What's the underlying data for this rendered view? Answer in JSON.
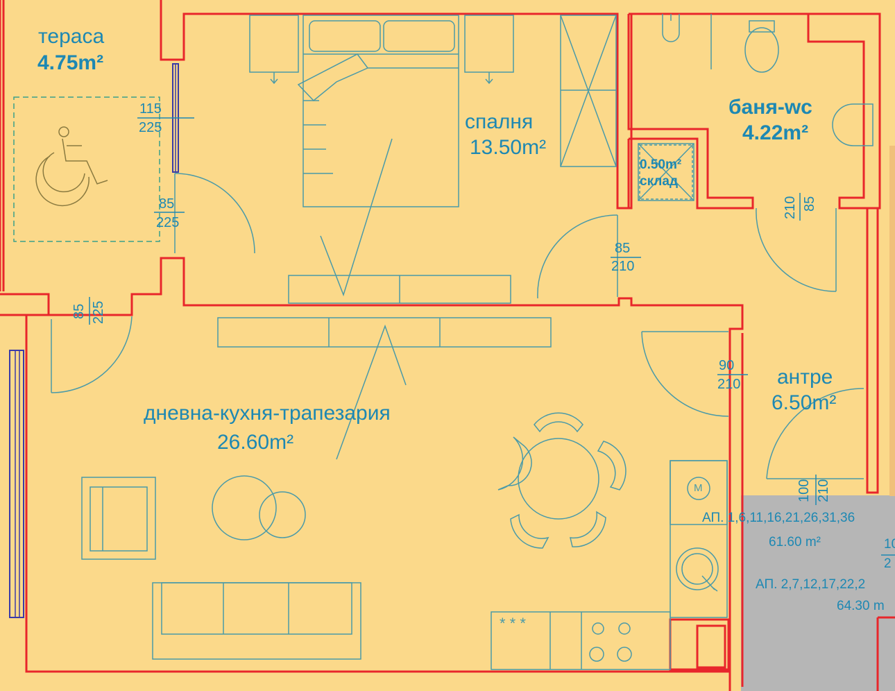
{
  "rooms": {
    "terrace": {
      "name": "тераса",
      "area": "4.75m²"
    },
    "bedroom": {
      "name": "спалня",
      "area": "13.50m²"
    },
    "bathroom": {
      "name": "баня-wc",
      "area": "4.22m²"
    },
    "storage": {
      "name": "склад",
      "area": "0.50m²"
    },
    "hall": {
      "name": "антре",
      "area": "6.50m²"
    },
    "living": {
      "name": "дневна-кухня-трапезария",
      "area": "26.60m²"
    }
  },
  "openings": {
    "terrace_window": {
      "w": "115",
      "h": "225"
    },
    "terrace_door": {
      "w": "85",
      "h": "225"
    },
    "living_door": {
      "w": "85",
      "h": "225"
    },
    "bedroom_door": {
      "w": "85",
      "h": "210"
    },
    "bath_door": {
      "w": "85",
      "h": "210"
    },
    "hall_door": {
      "w": "90",
      "h": "210"
    },
    "entrance_door": {
      "w": "100",
      "h": "210"
    }
  },
  "neighbour": {
    "apt1": {
      "label": "АП. 1,6,11,16,21,26,31,36",
      "area": "61.60 m²"
    },
    "apt2": {
      "label": "АП. 2,7,12,17,22,2",
      "area": "64.30 m"
    },
    "dim_top": "10",
    "dim_bottom": "2"
  },
  "kitchen": {
    "hob_marks": "* * *",
    "machine": "M"
  },
  "colors": {
    "background": "#fbd98a",
    "wall": "#e8262b",
    "furniture": "#4a9aa8",
    "text": "#1d88b3",
    "neighbour": "#b5b5b5"
  }
}
